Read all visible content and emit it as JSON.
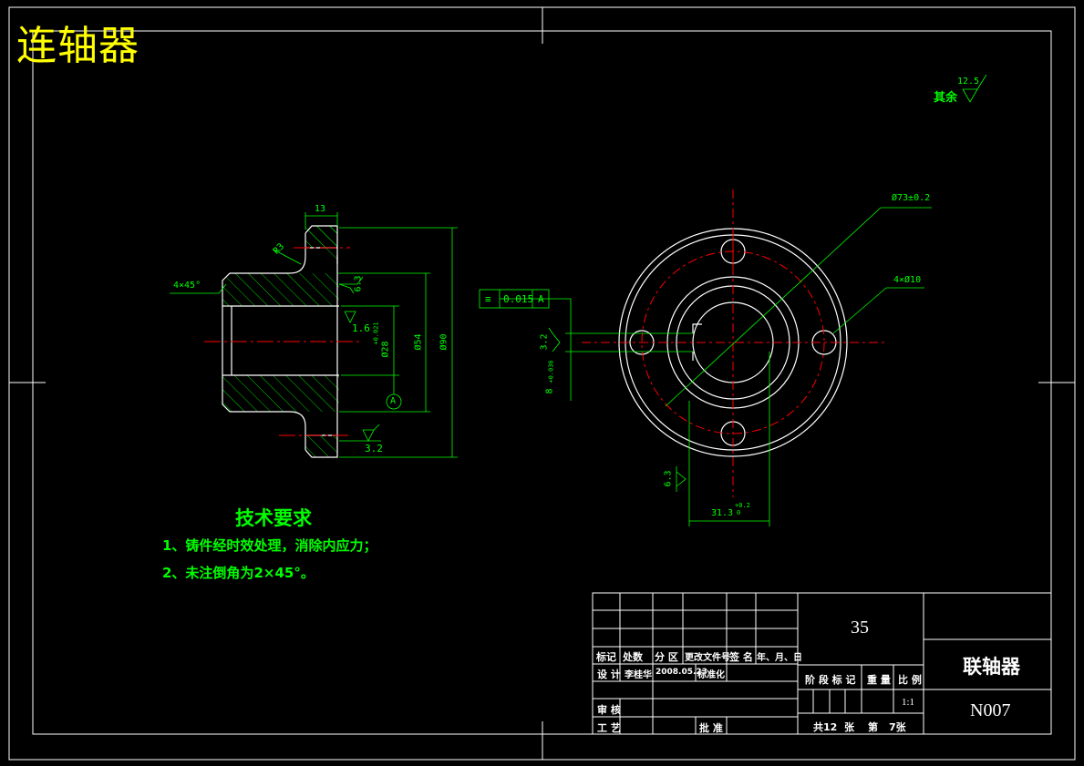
{
  "drawing": {
    "title": "连轴器",
    "roughness_note": {
      "label": "其余",
      "value": "12.5"
    }
  },
  "requirements": {
    "heading": "技术要求",
    "items": [
      "1、铸件经时效处理，消除内应力；",
      "2、未注倒角为2×45°。"
    ]
  },
  "dimensions": {
    "d13": "13",
    "chamfer_left": "4×45°",
    "d_r3": "R3",
    "d63a": "6.3",
    "d16": "1.6",
    "d28": "Ø28",
    "d28tol": "+0.021",
    "d54": "Ø54",
    "d90": "Ø90",
    "d32b": "3.2",
    "datum_a": "A",
    "tol_sym": "≡",
    "tol_val": "0.015",
    "tol_ref": "A",
    "d32c": "3.2",
    "d8": "8",
    "d8tol": "+0.036",
    "d73": "Ø73±0.2",
    "holes": "4×Ø10",
    "d63b": "6.3",
    "d313": "31.3",
    "d313tol": "+0.2",
    "d313tol2": "0"
  },
  "title_block": {
    "material": "35",
    "part_name": "联轴器",
    "drawing_no": "N007",
    "scale": "1:1",
    "header_row": [
      "标记",
      "处数",
      "分 区",
      "更改文件号",
      "签 名",
      "年、月、日"
    ],
    "design_label": "设 计",
    "designer": "李桂华",
    "date": "2008.05.23",
    "standardize": "标准化",
    "review": "审 核",
    "process": "工 艺",
    "approve": "批 准",
    "stage_label": "阶 段 标 记",
    "weight_label": "重 量",
    "scale_label": "比 例",
    "sheets_total": "共12",
    "sheets_unit": "张",
    "sheet_num_label": "第",
    "sheet_num": "7张"
  }
}
